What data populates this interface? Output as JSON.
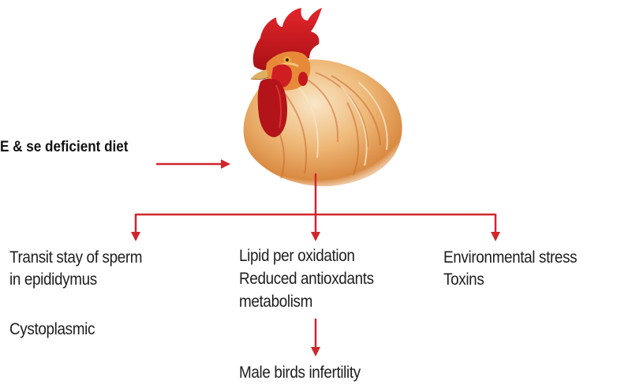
{
  "colors": {
    "arrow": "#d0262b",
    "comb": "#c4161c",
    "wattle": "#b3141a",
    "feathers_light": "#f6dcb8",
    "feathers_mid": "#e9a35a",
    "feathers_dark": "#c9692a",
    "beak": "#e0b060",
    "text": "#1e1e1e"
  },
  "image": {
    "subject": "rooster-head"
  },
  "labels": {
    "diet": "E & se deficient diet",
    "left_line1": "Transit stay of sperm",
    "left_line2": "in epididymus",
    "left_line3": "Cystoplasmic",
    "mid_line1": "Lipid per oxidation",
    "mid_line2": "Reduced antioxdants",
    "mid_line3": "metabolism",
    "right_line1": "Environmental stress",
    "right_line2": "Toxins",
    "bottom": "Male birds infertility"
  }
}
